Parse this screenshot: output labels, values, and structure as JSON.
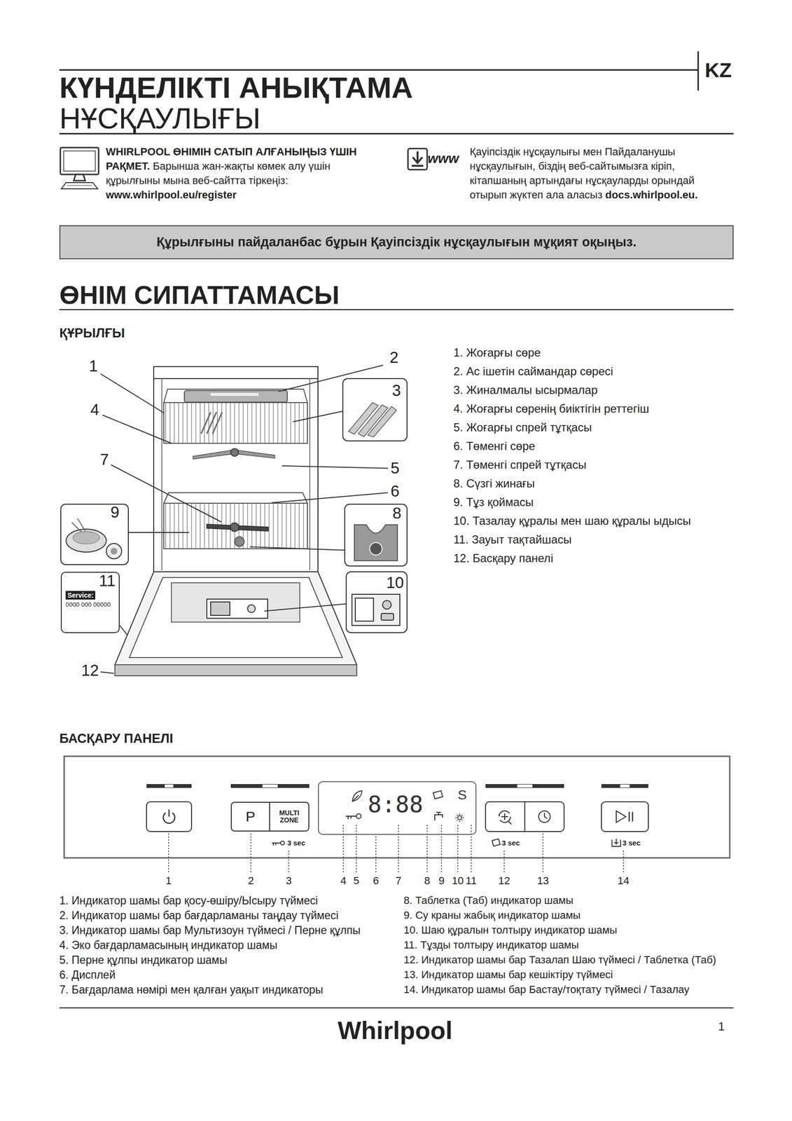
{
  "diagram": {
    "title": "КҮНДЕЛІКТІ АНЫҚТАМА",
    "nodes": [
      {
        "text": [
          "Құрылғыны пайдаланбас бұрын Қауіпсіздік нұсқаулығын мұқият оқыңыз."
        ]
      },
      {
        "text": [
          "Service:",
          "0000 000 00000"
        ]
      },
      {
        "text": [
          "P"
        ]
      },
      {
        "text": [
          "MULTI ZONE"
        ]
      },
      {
        "text": [
          "8:88",
          "S"
        ]
      }
    ],
    "labels": [
      "KZ",
      "НҰСҚАУЛЫҒЫ",
      "WHIRLPOOL ӨНІМІН САТЫП АЛҒАНЫҢЫЗ ҮШІН РАҚМЕТ.",
      "Барынша жан-жақты көмек алу үшін құрылғыны мына веб-сайтта тіркеңіз:",
      "www.whirlpool.eu/register",
      "www",
      "Қауіпсіздік нұсқаулығы мен Пайдаланушы нұсқаулығын, біздің веб-сайтымызға кіріп, кітапшаның артындағы нұсқауларды орындай отырып жүктеп ала аласыз",
      "docs.whirlpool.eu.",
      "ӨНІМ СИПАТТАМАСЫ",
      "ҚҰРЫЛҒЫ",
      "1",
      "2",
      "3",
      "4",
      "5",
      "6",
      "7",
      "8",
      "9",
      "10",
      "11",
      "12",
      "1. Жоғарғы сөре",
      "2. Ас ішетін саймандар сөресі",
      "3. Жиналмалы ысырмалар",
      "4. Жоғарғы сөренің биіктігін реттегіш",
      "5. Жоғарғы спрей тұтқасы",
      "6. Төменгі сөре",
      "7. Төменгі спрей тұтқасы",
      "8. Сүзгі жинағы",
      "9. Тұз қоймасы",
      "10. Тазалау құралы мен шаю құралы ыдысы",
      "11. Зауыт тақтайшасы",
      "12. Басқару панелі",
      "БАСҚАРУ ПАНЕЛІ",
      "3 sec",
      "3 sec",
      "3 sec",
      "1",
      "2",
      "3",
      "4",
      "5",
      "6",
      "7",
      "8",
      "9",
      "10",
      "11",
      "12",
      "13",
      "14",
      "1. Индикатор шамы бар қосу-өшіру/Ысыру түймесі",
      "2. Индикатор шамы бар бағдарламаны таңдау түймесі",
      "3. Индикатор шамы бар Мультизоун түймесі / Перне құлпы",
      "4. Эко бағдарламасының индикатор шамы",
      "5. Перне құлпы индикатор шамы",
      "6. Дисплей",
      "7. Бағдарлама нөмірі мен қалған уақыт индикаторы",
      "8. Таблетка (Таб) индикатор шамы",
      "9. Су краны жабық индикатор шамы",
      "10. Шаю құралын толтыру индикатор шамы",
      "11. Тұзды толтыру индикатор шамы",
      "12. Индикатор шамы бар Тазалап Шаю түймесі / Таблетка (Таб)",
      "13. Индикатор шамы бар кешіктіру түймесі",
      "14. Индикатор шамы бар Бастау/тоқтату түймесі / Тазалау",
      "Whirlpool",
      "1"
    ]
  }
}
